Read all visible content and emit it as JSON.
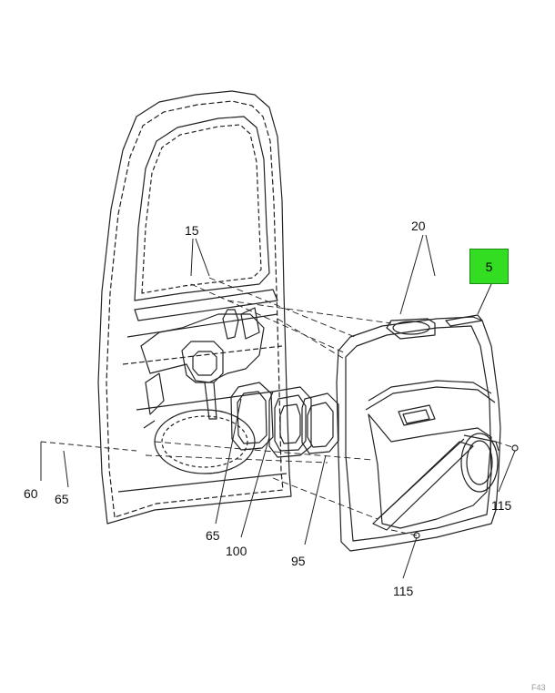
{
  "diagram": {
    "highlighted_part": "5",
    "callouts": {
      "c15": "15",
      "c20": "20",
      "c5": "5",
      "c60": "60",
      "c65_left": "65",
      "c65_bottom": "65",
      "c100": "100",
      "c95": "95",
      "c115_right": "115",
      "c115_bottom": "115"
    },
    "footer_code": "F43"
  },
  "colors": {
    "highlight": "#33dd22",
    "line": "#222222"
  }
}
